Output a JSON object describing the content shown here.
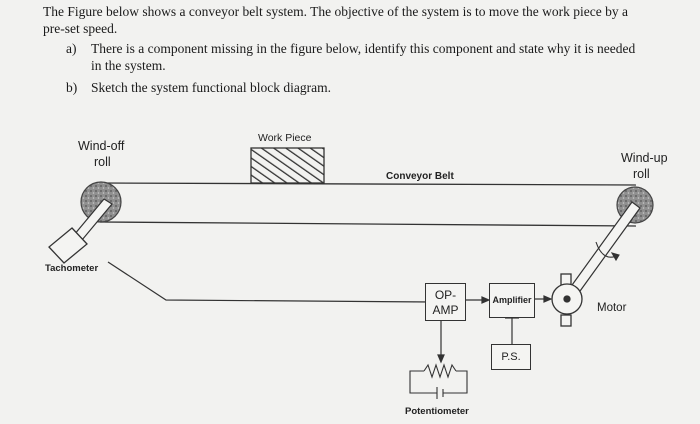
{
  "question": {
    "line1": "The Figure below shows a conveyor belt system. The objective of the system is to move the work piece by a",
    "line2": "pre-set speed.",
    "part_a_marker": "a)",
    "part_a_line1": "There is a component missing in the figure below, identify this component and state why it is needed",
    "part_a_line2": "in the system.",
    "part_b_marker": "b)",
    "part_b_line1": "Sketch the system functional block diagram."
  },
  "diagram": {
    "wind_off_line1": "Wind-off",
    "wind_off_line2": "roll",
    "work_piece": "Work Piece",
    "conveyor_belt": "Conveyor Belt",
    "wind_up_line1": "Wind-up",
    "wind_up_line2": "roll",
    "tachometer": "Tachometer",
    "op_amp_line1": "OP-",
    "op_amp_line2": "AMP",
    "amplifier": "Amplifier",
    "ps": "P.S.",
    "motor": "Motor",
    "potentiometer": "Potentiometer"
  }
}
